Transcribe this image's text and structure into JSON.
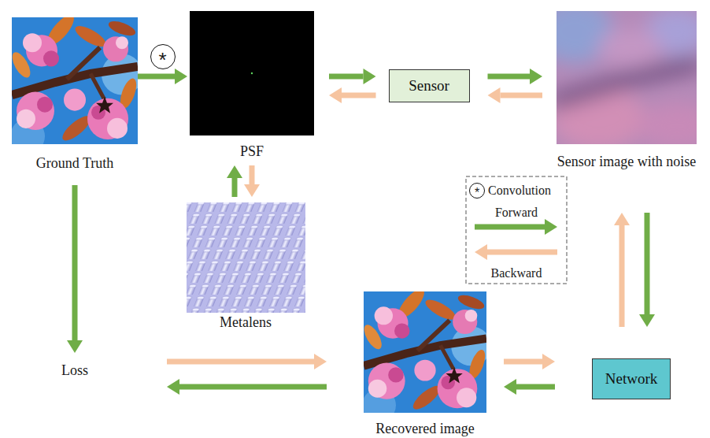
{
  "diagram": {
    "nodes": [
      {
        "text": [
          "Ground Truth"
        ]
      },
      {
        "text": [
          "PSF"
        ]
      },
      {
        "text": [
          "Sensor"
        ]
      },
      {
        "text": [
          "Sensor image with noise"
        ]
      },
      {
        "text": [
          "Metalens"
        ]
      },
      {
        "text": [
          "Loss"
        ]
      },
      {
        "text": [
          "Recovered image"
        ]
      },
      {
        "text": [
          "Network"
        ]
      }
    ],
    "edges": [
      {
        "from": 0,
        "to": 1,
        "arrow": "to",
        "label": "*"
      },
      {
        "from": 1,
        "to": 2,
        "arrow": "to"
      },
      {
        "from": 2,
        "to": 1,
        "arrow": "to"
      },
      {
        "from": 2,
        "to": 3,
        "arrow": "to"
      },
      {
        "from": 3,
        "to": 2,
        "arrow": "to"
      },
      {
        "from": 4,
        "to": 1,
        "arrow": "to"
      },
      {
        "from": 1,
        "to": 4,
        "arrow": "to"
      },
      {
        "from": 3,
        "to": 7,
        "arrow": "to"
      },
      {
        "from": 7,
        "to": 3,
        "arrow": "to"
      },
      {
        "from": 7,
        "to": 6,
        "arrow": "to"
      },
      {
        "from": 6,
        "to": 7,
        "arrow": "to"
      },
      {
        "from": 6,
        "to": 5,
        "arrow": "to"
      },
      {
        "from": 5,
        "to": 6,
        "arrow": "to"
      },
      {
        "from": 0,
        "to": 5,
        "arrow": "to"
      }
    ],
    "labels": [
      "*"
    ],
    "legend": [
      {
        "text": "Convolution"
      },
      {
        "text": "Forward"
      },
      {
        "text": "Backward"
      }
    ]
  }
}
